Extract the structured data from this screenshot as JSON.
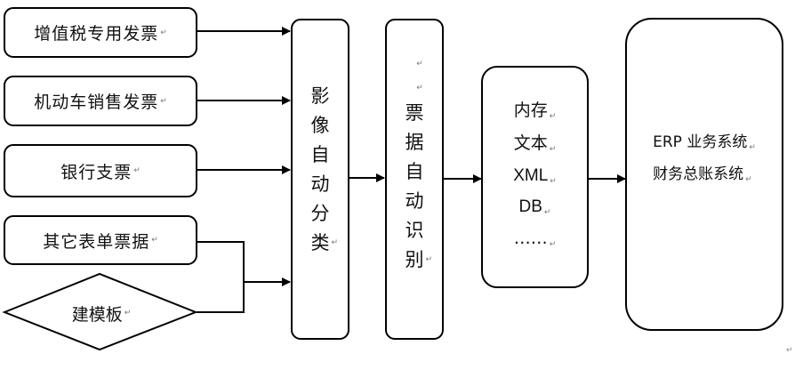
{
  "diagram": {
    "paragraph_mark": "↵",
    "inputs": [
      {
        "id": "vat-invoice",
        "label": "增值税专用发票"
      },
      {
        "id": "vehicle-invoice",
        "label": "机动车销售发票"
      },
      {
        "id": "bank-check",
        "label": "银行支票"
      },
      {
        "id": "other-forms",
        "label": "其它表单票据"
      }
    ],
    "template_node": {
      "label": "建模板"
    },
    "classify_node": {
      "chars": [
        "影",
        "像",
        "自",
        "动",
        "分",
        "类"
      ]
    },
    "recognize_node": {
      "chars": [
        "票",
        "据",
        "自",
        "动",
        "识",
        "别"
      ]
    },
    "output_node": {
      "lines": [
        "内存",
        "文本",
        "XML",
        "DB",
        "……"
      ]
    },
    "target_node": {
      "lines": [
        "ERP 业务系统",
        "财务总账系统"
      ]
    },
    "edges": [
      {
        "from": "增值税专用发票",
        "to": "影像自动分类"
      },
      {
        "from": "机动车销售发票",
        "to": "影像自动分类"
      },
      {
        "from": "银行支票",
        "to": "影像自动分类"
      },
      {
        "from": "其它表单票据 + 建模板",
        "to": "影像自动分类"
      },
      {
        "from": "影像自动分类",
        "to": "票据自动识别"
      },
      {
        "from": "票据自动识别",
        "to": "内存/文本/XML/DB"
      },
      {
        "from": "内存/文本/XML/DB",
        "to": "ERP 业务系统 / 财务总账系统"
      }
    ]
  }
}
